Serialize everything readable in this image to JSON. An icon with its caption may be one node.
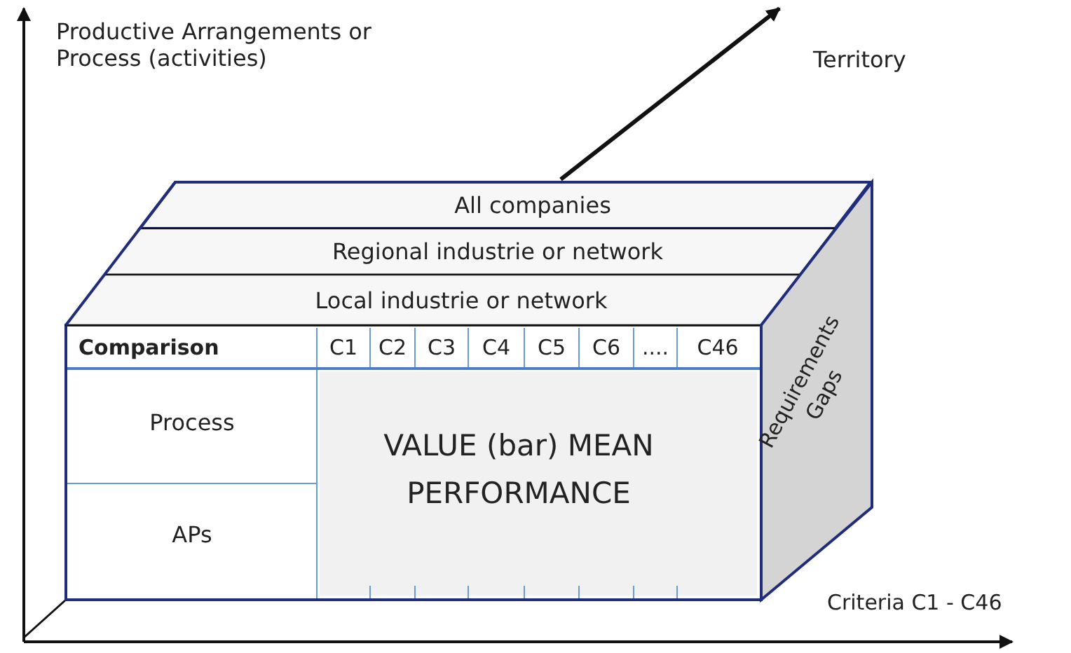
{
  "diagram": {
    "nodes": [
      {
        "text": [
          "All companies"
        ]
      },
      {
        "text": [
          "Regional industrie or network"
        ]
      },
      {
        "text": [
          "Local industrie or network"
        ]
      },
      {
        "text": [
          "Requirements Gaps"
        ]
      }
    ],
    "labels": [
      "Productive Arrangements or Process (activities)",
      "Territory",
      "Comparison",
      "C1",
      "C2",
      "C3",
      "C4",
      "C5",
      "C6",
      "....",
      "C46",
      "Process",
      "VALUE (bar) MEAN PERFORMANCE",
      "APs",
      "Criteria C1 - C46"
    ]
  }
}
